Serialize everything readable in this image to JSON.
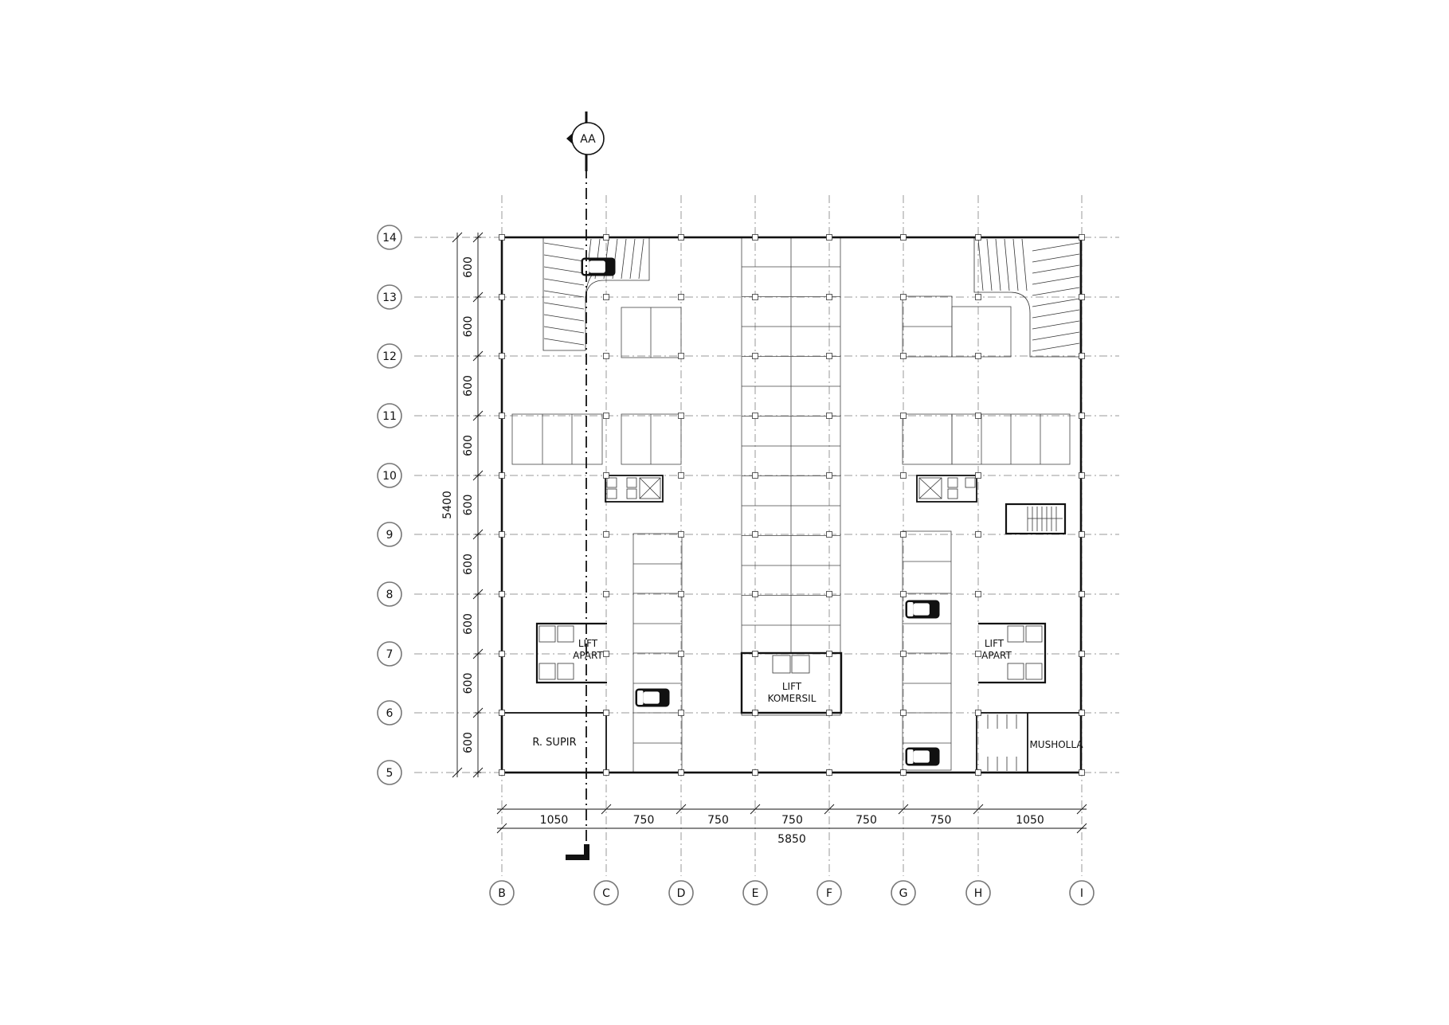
{
  "section_marker": {
    "label": "AA"
  },
  "grid_rows": [
    "14",
    "13",
    "12",
    "11",
    "10",
    "9",
    "8",
    "7",
    "6",
    "5"
  ],
  "grid_columns": [
    "B",
    "C",
    "D",
    "E",
    "F",
    "G",
    "H",
    "I"
  ],
  "vertical_dimensions": {
    "spans": [
      "600",
      "600",
      "600",
      "600",
      "600",
      "600",
      "600",
      "600",
      "600"
    ],
    "total": "5400"
  },
  "horizontal_dimensions": {
    "spans": [
      "1050",
      "750",
      "750",
      "750",
      "750",
      "750",
      "1050"
    ],
    "total": "5850"
  },
  "rooms": {
    "lift_apart_left": [
      "LIFT",
      "APART"
    ],
    "lift_apart_right": [
      "LIFT",
      "APART"
    ],
    "lift_komersil": [
      "LIFT",
      "KOMERSIL"
    ],
    "r_supir": "R. SUPIR",
    "musholla": "MUSHOLLA"
  }
}
